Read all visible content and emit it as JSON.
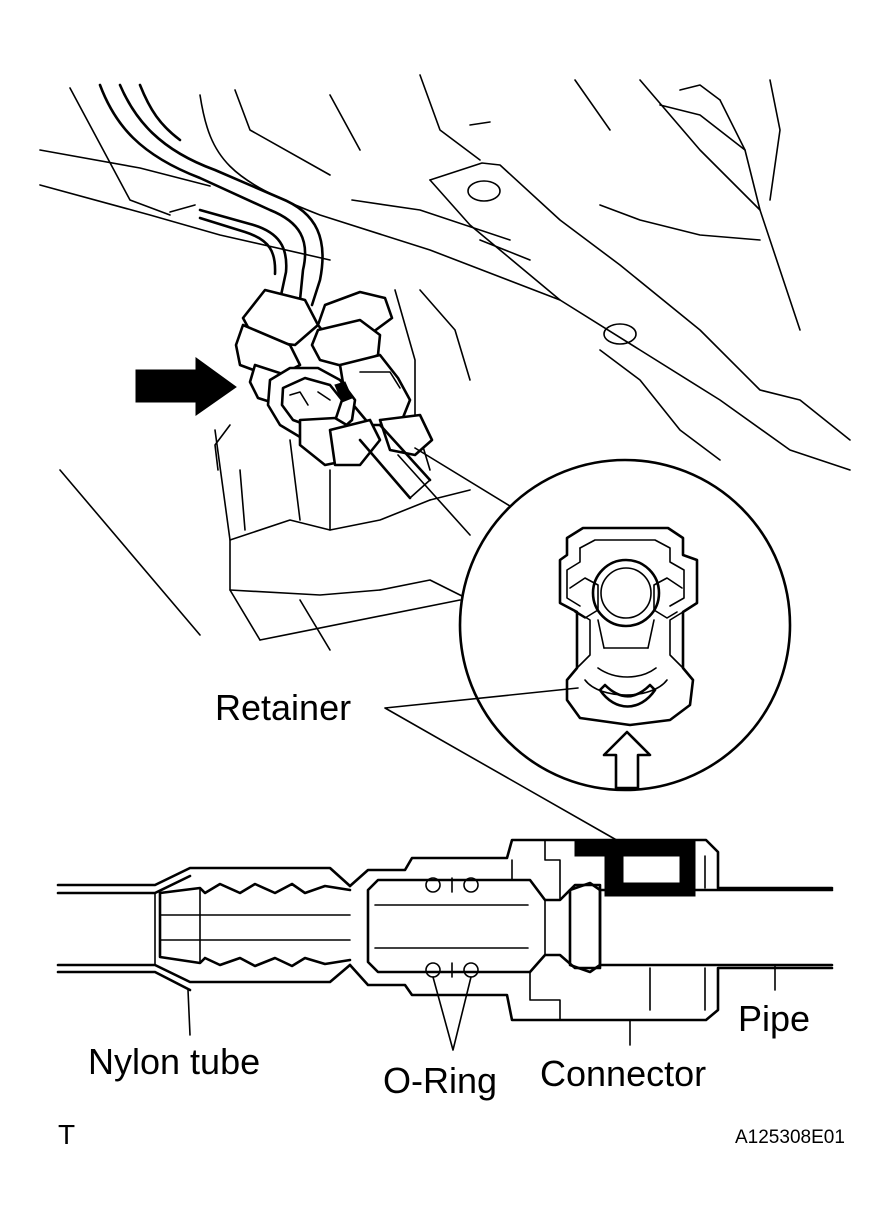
{
  "labels": {
    "retainer": "Retainer",
    "nylon_tube": "Nylon tube",
    "o_ring": "O-Ring",
    "connector": "Connector",
    "pipe": "Pipe"
  },
  "corner_mark": "T",
  "figure_id": "A125308E01"
}
